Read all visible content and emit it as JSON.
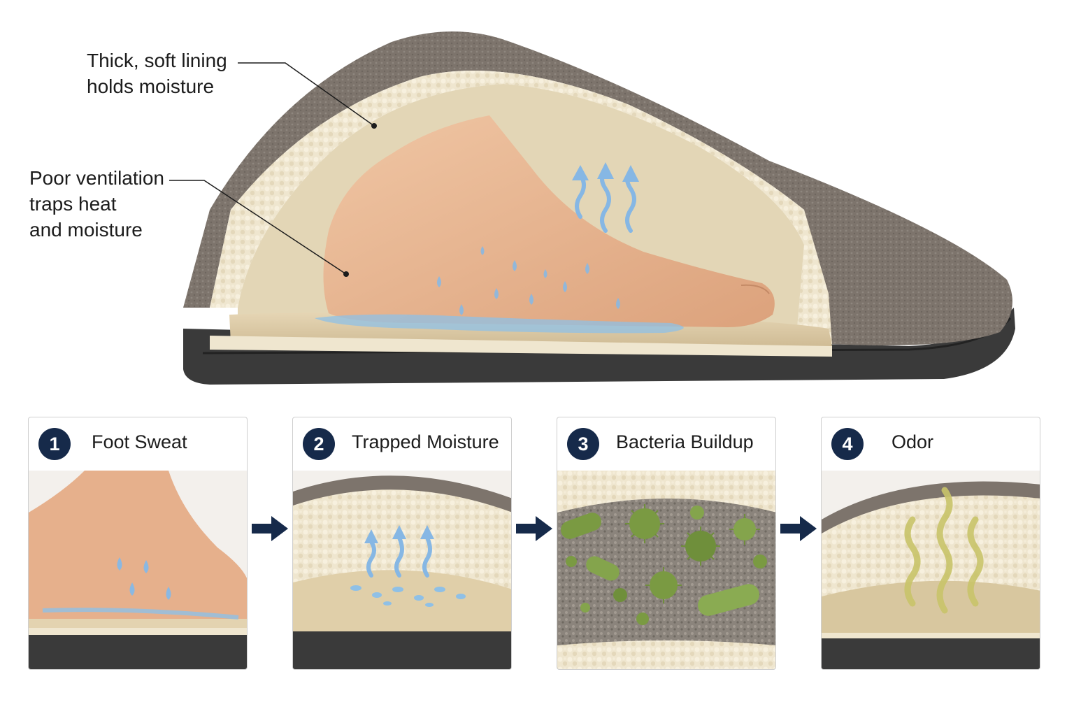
{
  "callouts": {
    "lining": {
      "lines": [
        "Thick, soft lining",
        "holds moisture"
      ]
    },
    "ventilation": {
      "lines": [
        "Poor ventilation",
        "traps heat",
        "and moisture"
      ]
    }
  },
  "steps": [
    {
      "number": "1",
      "title": "Foot Sweat"
    },
    {
      "number": "2",
      "title": "Trapped Moisture"
    },
    {
      "number": "3",
      "title": "Bacteria Buildup"
    },
    {
      "number": "4",
      "title": "Odor"
    }
  ],
  "colors": {
    "badge": "#162a4a",
    "arrow": "#162a4a",
    "upper": "#7d746c",
    "lining": "#efe6cf",
    "sole": "#3a3a3a",
    "moisture": "#7fb3e0",
    "bacteria": "#7a9a42",
    "odor": "#c9c46a"
  },
  "icons": [
    "moisture-arrow-icon",
    "sweat-droplet-icon",
    "bacteria-icon",
    "odor-wave-icon",
    "step-arrow-icon"
  ]
}
